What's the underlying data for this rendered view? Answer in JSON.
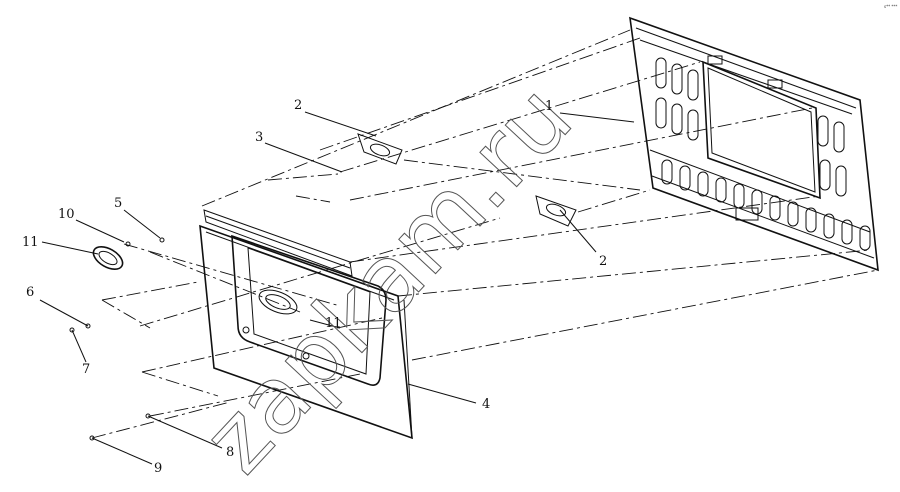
{
  "watermark": "zapkam.ru",
  "corner_mark": "s** ***",
  "callouts": [
    "1",
    "2",
    "3",
    "2",
    "4",
    "5",
    "10",
    "11",
    "11",
    "6",
    "7",
    "8",
    "9"
  ]
}
